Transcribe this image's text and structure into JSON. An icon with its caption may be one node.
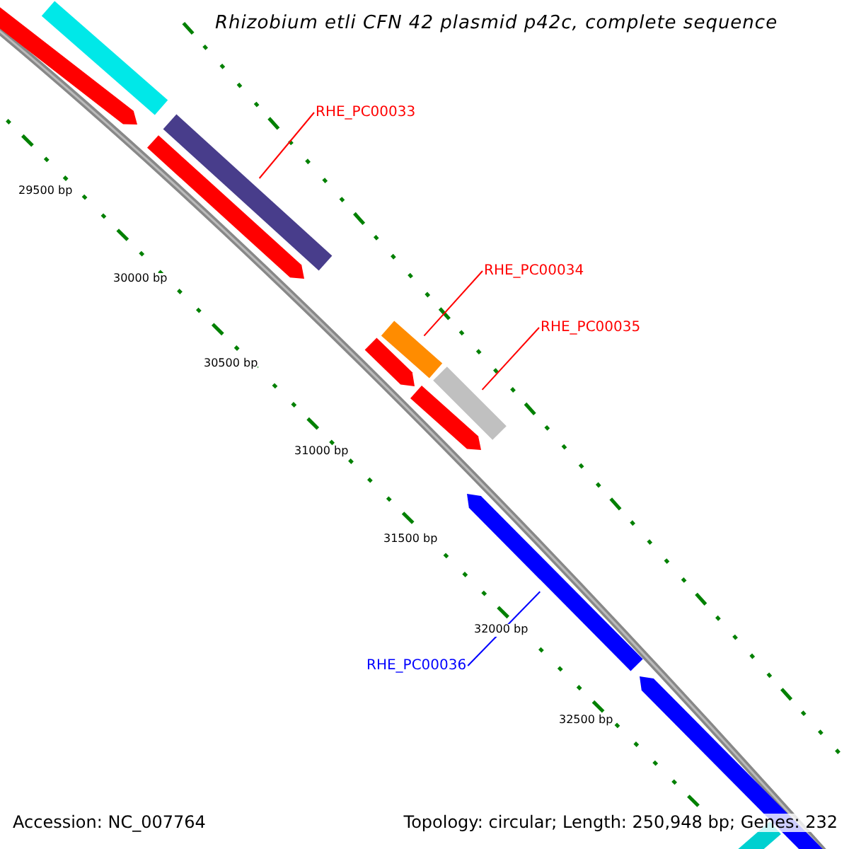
{
  "diagram": {
    "title": "Rhizobium etli CFN 42 plasmid p42c, complete sequence",
    "nodes": [
      {
        "text": [],
        "shape": "bar"
      },
      {
        "text": [],
        "shape": "bar"
      },
      {
        "text": [
          "RHE_PC00033"
        ]
      },
      {
        "text": [],
        "shape": "bar"
      },
      {
        "text": [],
        "shape": "bar"
      },
      {
        "text": [
          "RHE_PC00034"
        ]
      },
      {
        "text": [],
        "shape": "bar"
      },
      {
        "text": [],
        "shape": "bar"
      },
      {
        "text": [
          "RHE_PC00035"
        ]
      },
      {
        "text": [],
        "shape": "bar"
      },
      {
        "text": [],
        "shape": "bar"
      },
      {
        "text": [],
        "shape": "bar"
      },
      {
        "text": [
          "RHE_PC00036"
        ]
      },
      {
        "text": [],
        "shape": "bar"
      },
      {
        "text": [],
        "shape": "bar"
      }
    ],
    "edges": [
      {
        "from": 2,
        "to": 3,
        "arrow": "none"
      },
      {
        "from": 5,
        "to": 6,
        "arrow": "none"
      },
      {
        "from": 8,
        "to": 9,
        "arrow": "none"
      },
      {
        "from": 12,
        "to": 11,
        "arrow": "none",
        "color": "#0000ff"
      }
    ],
    "labels": [
      "29500 bp",
      "30000 bp",
      "30500 bp",
      "31000 bp",
      "31500 bp",
      "32000 bp",
      "32500 bp",
      "Accession: NC_007764",
      "Topology: circular; Length: 250,948 bp; Genes: 232"
    ]
  }
}
